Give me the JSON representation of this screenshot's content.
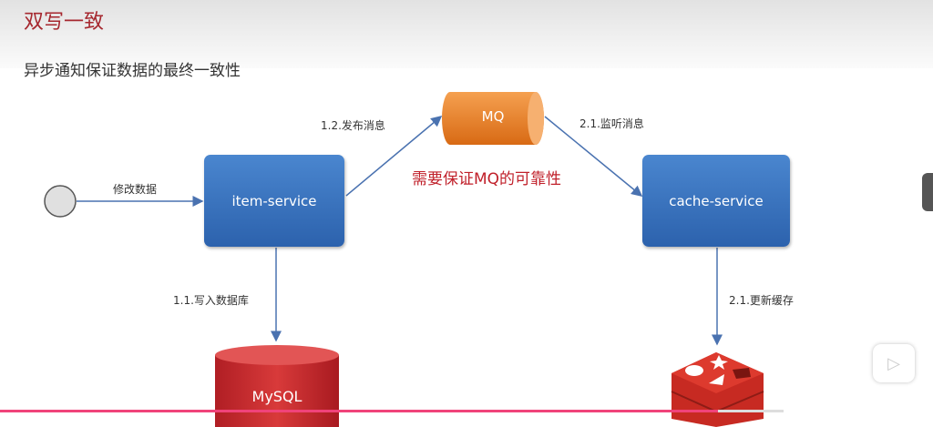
{
  "slide": {
    "title": "双写一致",
    "subtitle": "异步通知保证数据的最终一致性"
  },
  "diagram": {
    "labels": {
      "modify": "修改数据",
      "publish": "1.2.发布消息",
      "listen": "2.1.监听消息",
      "write_db": "1.1.写入数据库",
      "update_cache": "2.1.更新缓存"
    },
    "nodes": {
      "item_service": "item-service",
      "cache_service": "cache-service",
      "mq": "MQ",
      "mysql": "MySQL"
    },
    "note": "需要保证MQ的可靠性"
  },
  "player": {
    "progress": 0.77,
    "accent": "#f0437a"
  }
}
